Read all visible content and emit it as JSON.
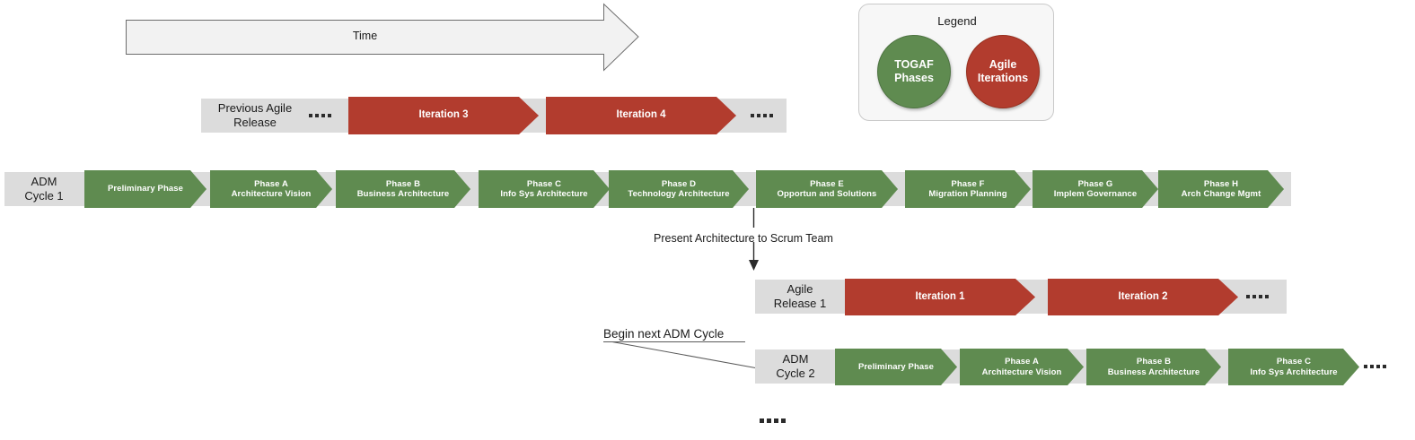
{
  "colors": {
    "togaf_green": "#5f8b50",
    "agile_red": "#b23c2e",
    "band_gray": "#dcdcdc",
    "arrow_fill": "#f2f2f2",
    "legend_bg": "#f7f7f7"
  },
  "time_arrow": {
    "label": "Time"
  },
  "legend": {
    "title": "Legend",
    "togaf": {
      "line1": "TOGAF",
      "line2": "Phases"
    },
    "agile": {
      "line1": "Agile",
      "line2": "Iterations"
    }
  },
  "previous_release_row": {
    "label_line1": "Previous Agile",
    "label_line2": "Release",
    "iterations": [
      {
        "label": "Iteration 3"
      },
      {
        "label": "Iteration 4"
      }
    ]
  },
  "adm_cycle_1": {
    "label_line1": "ADM",
    "label_line2": "Cycle 1",
    "phases": [
      {
        "line1": "Preliminary Phase",
        "line2": ""
      },
      {
        "line1": "Phase A",
        "line2": "Architecture Vision"
      },
      {
        "line1": "Phase B",
        "line2": "Business Architecture"
      },
      {
        "line1": "Phase C",
        "line2": "Info Sys Architecture"
      },
      {
        "line1": "Phase D",
        "line2": "Technology Architecture"
      },
      {
        "line1": "Phase E",
        "line2": "Opportun and Solutions"
      },
      {
        "line1": "Phase F",
        "line2": "Migration Planning"
      },
      {
        "line1": "Phase G",
        "line2": "Implem Governance"
      },
      {
        "line1": "Phase H",
        "line2": "Arch Change Mgmt"
      }
    ]
  },
  "connector": {
    "label": "Present Architecture to Scrum Team"
  },
  "agile_release_1": {
    "label_line1": "Agile",
    "label_line2": "Release 1",
    "iterations": [
      {
        "label": "Iteration 1"
      },
      {
        "label": "Iteration 2"
      }
    ]
  },
  "begin_next": {
    "label": "Begin next ADM Cycle"
  },
  "adm_cycle_2": {
    "label_line1": "ADM",
    "label_line2": "Cycle 2",
    "phases": [
      {
        "line1": "Preliminary Phase",
        "line2": ""
      },
      {
        "line1": "Phase A",
        "line2": "Architecture Vision"
      },
      {
        "line1": "Phase B",
        "line2": "Business Architecture"
      },
      {
        "line1": "Phase C",
        "line2": "Info Sys Architecture"
      }
    ]
  }
}
